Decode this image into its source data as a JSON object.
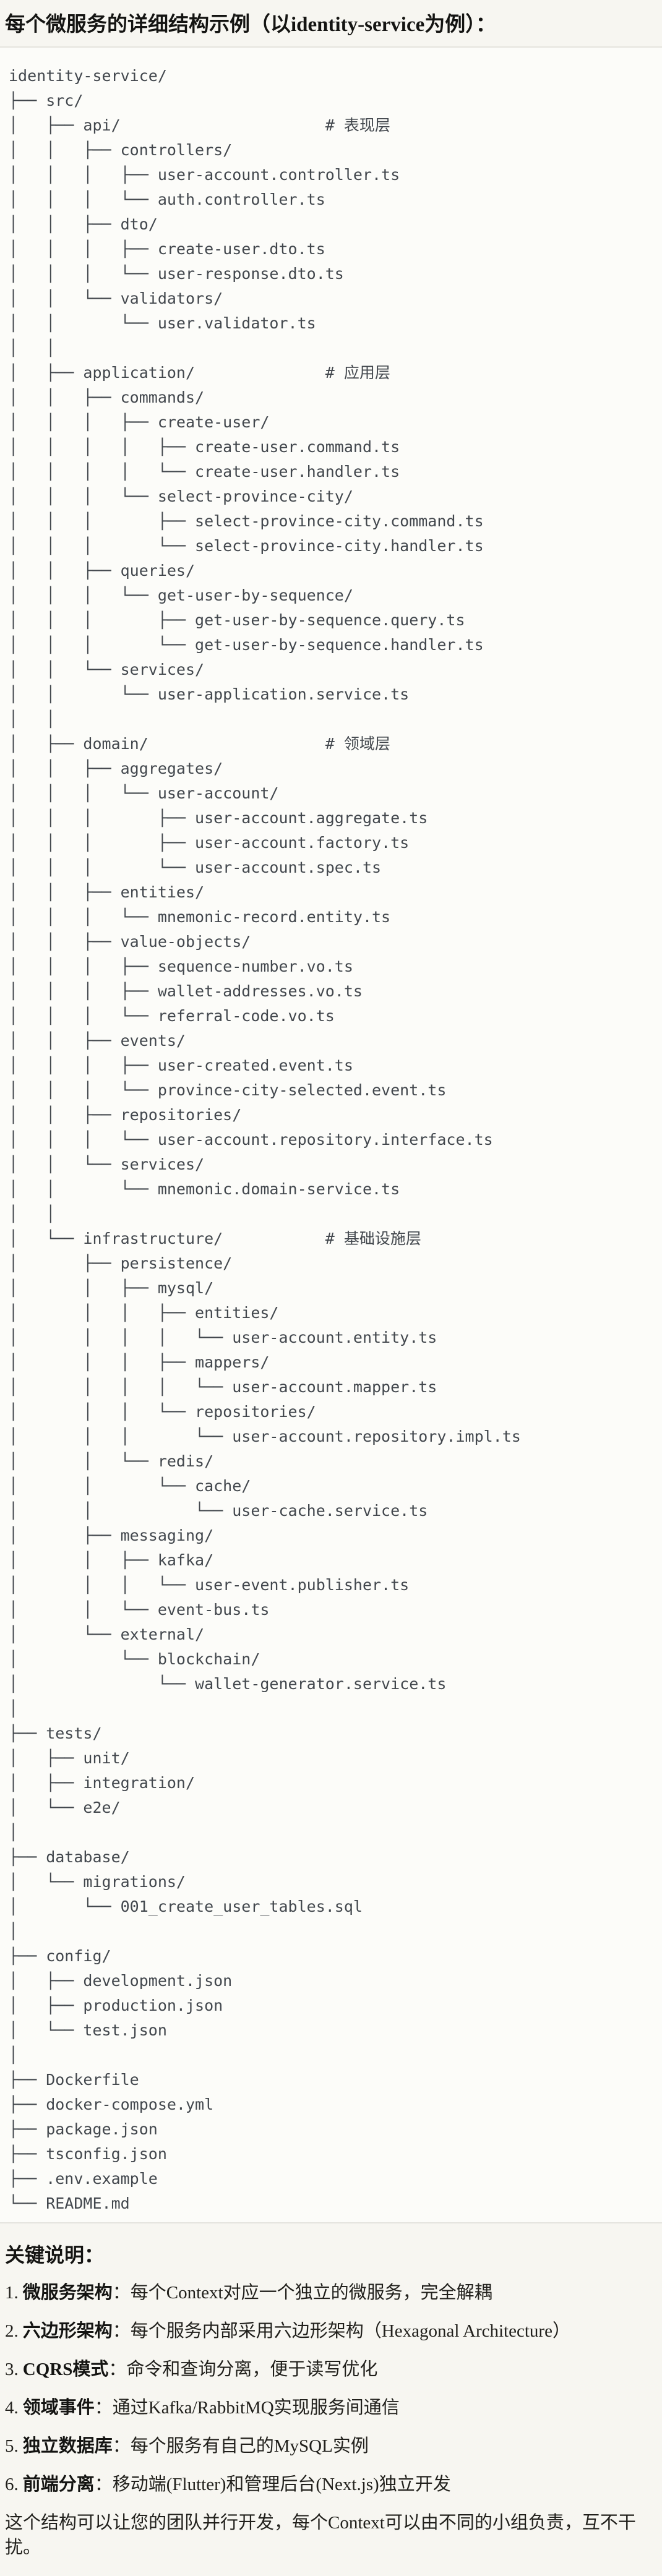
{
  "header": {
    "title": "每个微服务的详细结构示例（以identity-service为例）："
  },
  "tree": {
    "lines": [
      "identity-service/",
      "├── src/",
      "│   ├── api/                      # 表现层",
      "│   │   ├── controllers/",
      "│   │   │   ├── user-account.controller.ts",
      "│   │   │   └── auth.controller.ts",
      "│   │   ├── dto/",
      "│   │   │   ├── create-user.dto.ts",
      "│   │   │   └── user-response.dto.ts",
      "│   │   └── validators/",
      "│   │       └── user.validator.ts",
      "│   │",
      "│   ├── application/              # 应用层",
      "│   │   ├── commands/",
      "│   │   │   ├── create-user/",
      "│   │   │   │   ├── create-user.command.ts",
      "│   │   │   │   └── create-user.handler.ts",
      "│   │   │   └── select-province-city/",
      "│   │   │       ├── select-province-city.command.ts",
      "│   │   │       └── select-province-city.handler.ts",
      "│   │   ├── queries/",
      "│   │   │   └── get-user-by-sequence/",
      "│   │   │       ├── get-user-by-sequence.query.ts",
      "│   │   │       └── get-user-by-sequence.handler.ts",
      "│   │   └── services/",
      "│   │       └── user-application.service.ts",
      "│   │",
      "│   ├── domain/                   # 领域层",
      "│   │   ├── aggregates/",
      "│   │   │   └── user-account/",
      "│   │   │       ├── user-account.aggregate.ts",
      "│   │   │       ├── user-account.factory.ts",
      "│   │   │       └── user-account.spec.ts",
      "│   │   ├── entities/",
      "│   │   │   └── mnemonic-record.entity.ts",
      "│   │   ├── value-objects/",
      "│   │   │   ├── sequence-number.vo.ts",
      "│   │   │   ├── wallet-addresses.vo.ts",
      "│   │   │   └── referral-code.vo.ts",
      "│   │   ├── events/",
      "│   │   │   ├── user-created.event.ts",
      "│   │   │   └── province-city-selected.event.ts",
      "│   │   ├── repositories/",
      "│   │   │   └── user-account.repository.interface.ts",
      "│   │   └── services/",
      "│   │       └── mnemonic.domain-service.ts",
      "│   │",
      "│   └── infrastructure/           # 基础设施层",
      "│       ├── persistence/",
      "│       │   ├── mysql/",
      "│       │   │   ├── entities/",
      "│       │   │   │   └── user-account.entity.ts",
      "│       │   │   ├── mappers/",
      "│       │   │   │   └── user-account.mapper.ts",
      "│       │   │   └── repositories/",
      "│       │   │       └── user-account.repository.impl.ts",
      "│       │   └── redis/",
      "│       │       └── cache/",
      "│       │           └── user-cache.service.ts",
      "│       ├── messaging/",
      "│       │   ├── kafka/",
      "│       │   │   └── user-event.publisher.ts",
      "│       │   └── event-bus.ts",
      "│       └── external/",
      "│           └── blockchain/",
      "│               └── wallet-generator.service.ts",
      "│",
      "├── tests/",
      "│   ├── unit/",
      "│   ├── integration/",
      "│   └── e2e/",
      "│",
      "├── database/",
      "│   └── migrations/",
      "│       └── 001_create_user_tables.sql",
      "│",
      "├── config/",
      "│   ├── development.json",
      "│   ├── production.json",
      "│   └── test.json",
      "│",
      "├── Dockerfile",
      "├── docker-compose.yml",
      "├── package.json",
      "├── tsconfig.json",
      "├── .env.example",
      "└── README.md"
    ]
  },
  "notes": {
    "heading": "关键说明：",
    "items": [
      {
        "num": "1.",
        "label": "微服务架构",
        "desc": "：每个Context对应一个独立的微服务，完全解耦"
      },
      {
        "num": "2.",
        "label": "六边形架构",
        "desc": "：每个服务内部采用六边形架构（Hexagonal Architecture）"
      },
      {
        "num": "3.",
        "label": "CQRS模式",
        "desc": "：命令和查询分离，便于读写优化"
      },
      {
        "num": "4.",
        "label": "领域事件",
        "desc": "：通过Kafka/RabbitMQ实现服务间通信"
      },
      {
        "num": "5.",
        "label": "独立数据库",
        "desc": "：每个服务有自己的MySQL实例"
      },
      {
        "num": "6.",
        "label": "前端分离",
        "desc": "：移动端(Flutter)和管理后台(Next.js)独立开发"
      }
    ]
  },
  "footer": {
    "text": "这个结构可以让您的团队并行开发，每个Context可以由不同的小组负责，互不干扰。"
  },
  "colors": {
    "page_bg": "#f7f6f1",
    "code_bg": "#fcfcf9",
    "border": "#e5e4de",
    "tree_text": "#42474d",
    "body_text": "#21201c"
  }
}
